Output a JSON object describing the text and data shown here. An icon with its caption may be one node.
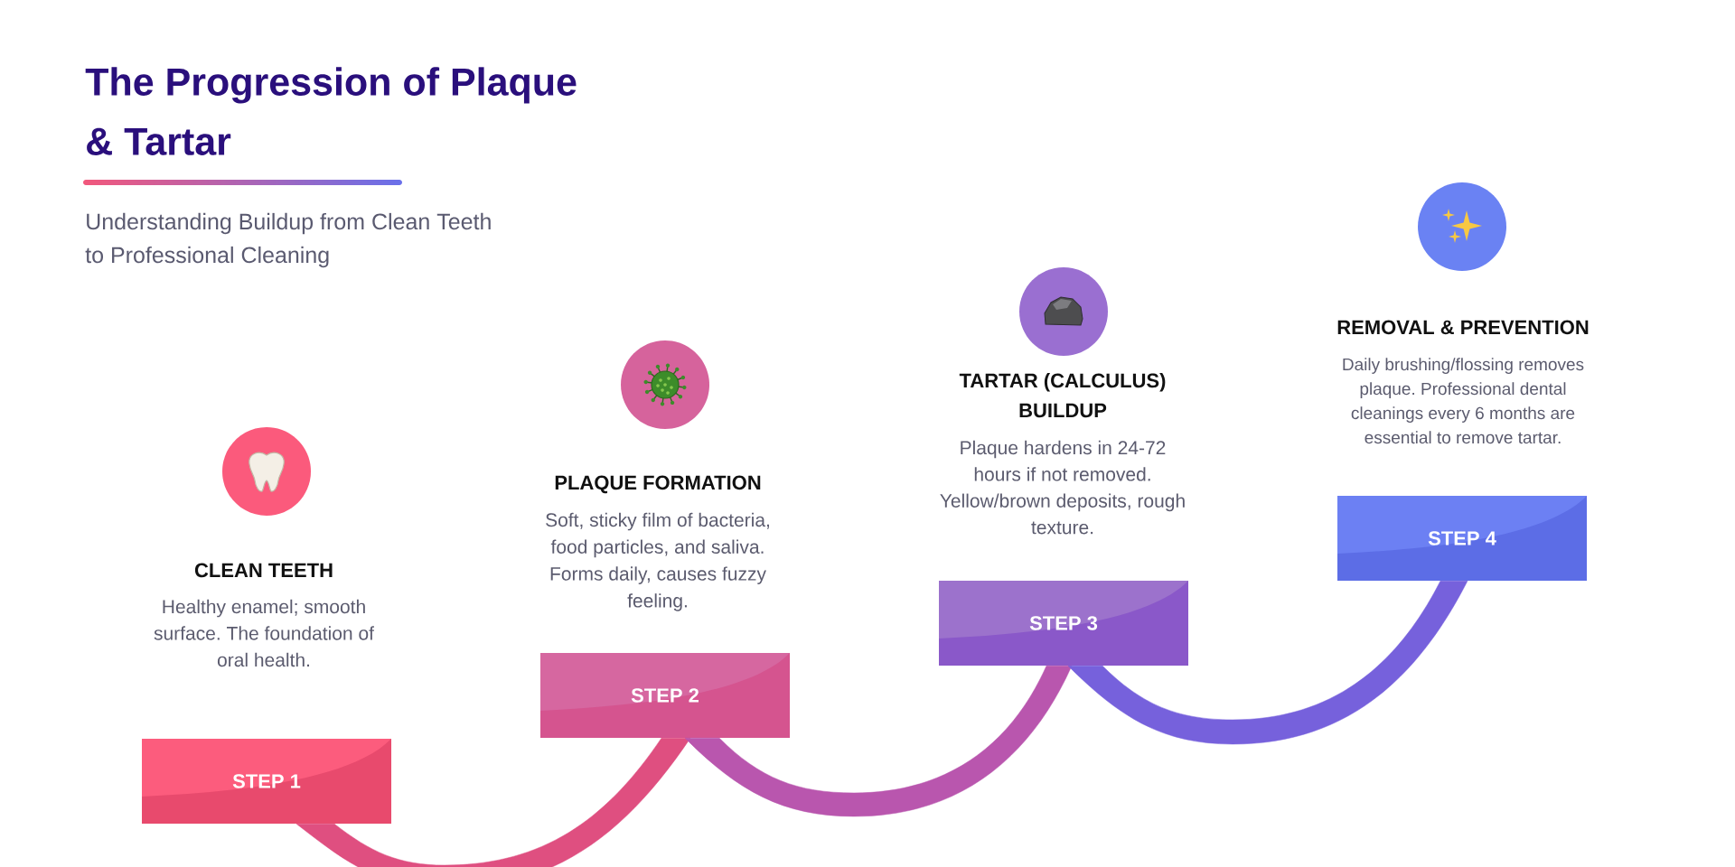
{
  "diagram": {
    "title": "The Progression of Plaque & Tartar",
    "caption": "Understanding Buildup from Clean Teeth to Professional Cleaning",
    "nodes": [
      {
        "text": [
          "STEP 1"
        ],
        "beside": [
          "CLEAN TEETH",
          "Healthy enamel; smooth surface. The foundation of oral health."
        ]
      },
      {
        "text": [
          "STEP 2"
        ],
        "beside": [
          "PLAQUE FORMATION",
          "Soft, sticky film of bacteria, food particles, and saliva. Forms daily, causes fuzzy feeling."
        ]
      },
      {
        "text": [
          "STEP 3"
        ],
        "beside": [
          "TARTAR (CALCULUS) BUILDUP",
          "Plaque hardens in 24-72 hours if not removed. Yellow/brown deposits, rough texture."
        ]
      },
      {
        "text": [
          "STEP 4"
        ],
        "beside": [
          "REMOVAL & PREVENTION",
          "Daily brushing/flossing removes plaque. Professional dental cleanings every 6 months are essential to remove tartar."
        ]
      }
    ],
    "edges": [
      {
        "from": 0,
        "to": 1,
        "arrow": "none",
        "color": "#df4f80"
      },
      {
        "from": 1,
        "to": 2,
        "arrow": "none",
        "color": "#b956ae"
      },
      {
        "from": 2,
        "to": 3,
        "arrow": "none",
        "color": "#7661dc"
      }
    ]
  }
}
